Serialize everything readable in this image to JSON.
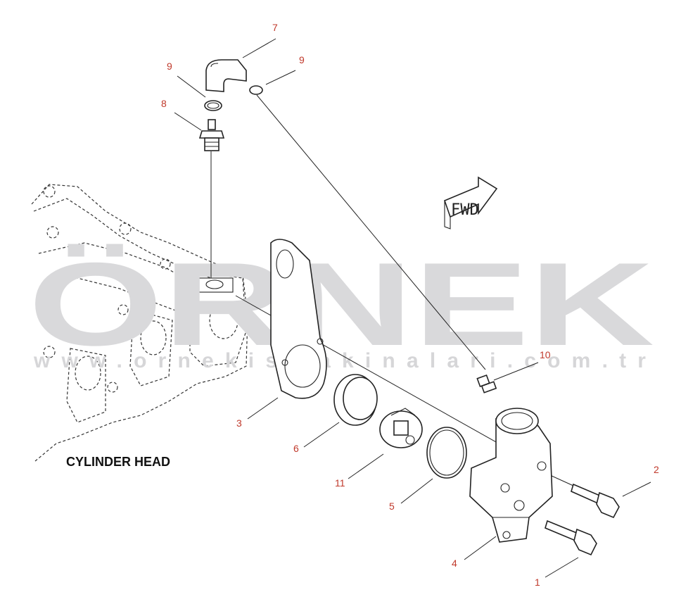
{
  "watermark": {
    "brand": "ÖRNEK",
    "url": "www.ornekismakinalari.com.tr"
  },
  "caption": "CYLINDER HEAD",
  "fwd_label": "FWD",
  "callouts": [
    {
      "number": "1",
      "part": "bolt-lower"
    },
    {
      "number": "2",
      "part": "bolt-upper"
    },
    {
      "number": "3",
      "part": "gasket"
    },
    {
      "number": "4",
      "part": "thermostat-housing"
    },
    {
      "number": "5",
      "part": "o-ring"
    },
    {
      "number": "6",
      "part": "seal"
    },
    {
      "number": "7",
      "part": "hose"
    },
    {
      "number": "8",
      "part": "connector"
    },
    {
      "number": "9",
      "part": "clamp-left"
    },
    {
      "number": "9",
      "part": "clamp-right"
    },
    {
      "number": "10",
      "part": "connector-small"
    },
    {
      "number": "11",
      "part": "thermostat"
    }
  ],
  "colors": {
    "callout": "#c0392b",
    "watermark": "#d9d9db",
    "linework": "#222222"
  }
}
